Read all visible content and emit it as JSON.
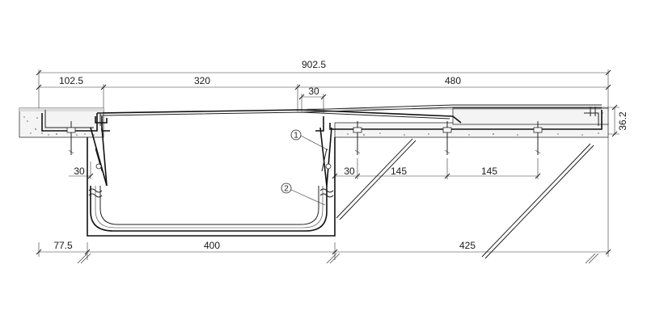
{
  "drawing": {
    "dimensions": {
      "overall": "902.5",
      "left_edge": "102.5",
      "cover_span": "320",
      "cover_overlap": "30",
      "right_span": "480",
      "thickness": "36.2",
      "left_gap": "30",
      "right_gap": "30",
      "anchor_spacing_1": "145",
      "anchor_spacing_2": "145",
      "bottom_left": "77.5",
      "trough_width": "400",
      "bottom_right": "425"
    },
    "callouts": {
      "item_1": "1",
      "item_2": "2"
    }
  }
}
